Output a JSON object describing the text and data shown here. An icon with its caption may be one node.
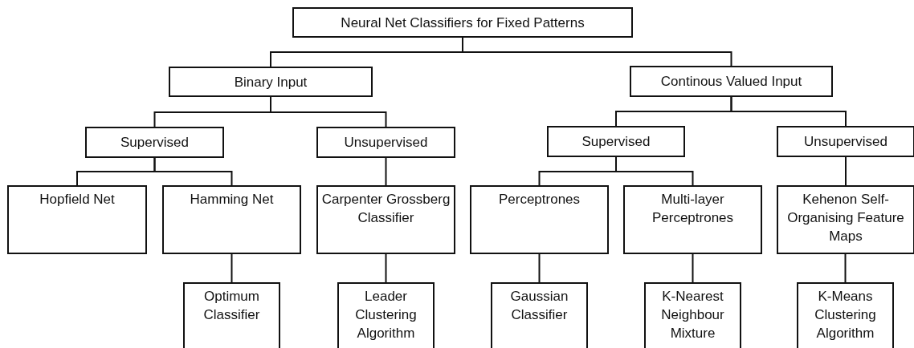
{
  "diagram": {
    "nodes": [
      {
        "text": [
          "Neural Net Classifiers for Fixed Patterns"
        ]
      },
      {
        "text": [
          "Binary Input"
        ]
      },
      {
        "text": [
          "Continous Valued Input"
        ]
      },
      {
        "text": [
          "Supervised"
        ]
      },
      {
        "text": [
          "Unsupervised"
        ]
      },
      {
        "text": [
          "Supervised"
        ]
      },
      {
        "text": [
          "Unsupervised"
        ]
      },
      {
        "text": [
          "Hopfield Net"
        ]
      },
      {
        "text": [
          "Hamming Net"
        ]
      },
      {
        "text": [
          "Carpenter Grossberg Classifier"
        ]
      },
      {
        "text": [
          "Perceptrones"
        ]
      },
      {
        "text": [
          "Multi-layer Perceptrones"
        ]
      },
      {
        "text": [
          "Kehenon Self-Organising Feature Maps"
        ]
      },
      {
        "text": [
          "Optimum Classifier"
        ]
      },
      {
        "text": [
          "Leader Clustering Algorithm"
        ]
      },
      {
        "text": [
          "Gaussian Classifier"
        ]
      },
      {
        "text": [
          "K-Nearest Neighbour Mixture"
        ]
      },
      {
        "text": [
          "K-Means Clustering Algorithm"
        ]
      }
    ],
    "edges": [
      {
        "from": 0,
        "to": 1,
        "arrow": "none"
      },
      {
        "from": 0,
        "to": 2,
        "arrow": "none"
      },
      {
        "from": 1,
        "to": 3,
        "arrow": "none"
      },
      {
        "from": 1,
        "to": 4,
        "arrow": "none"
      },
      {
        "from": 2,
        "to": 5,
        "arrow": "none"
      },
      {
        "from": 2,
        "to": 6,
        "arrow": "none"
      },
      {
        "from": 3,
        "to": 7,
        "arrow": "none"
      },
      {
        "from": 3,
        "to": 8,
        "arrow": "none"
      },
      {
        "from": 4,
        "to": 9,
        "arrow": "none"
      },
      {
        "from": 5,
        "to": 10,
        "arrow": "none"
      },
      {
        "from": 5,
        "to": 11,
        "arrow": "none"
      },
      {
        "from": 6,
        "to": 12,
        "arrow": "none"
      },
      {
        "from": 8,
        "to": 13,
        "arrow": "none"
      },
      {
        "from": 9,
        "to": 14,
        "arrow": "none"
      },
      {
        "from": 10,
        "to": 15,
        "arrow": "none"
      },
      {
        "from": 11,
        "to": 16,
        "arrow": "none"
      },
      {
        "from": 12,
        "to": 17,
        "arrow": "none"
      }
    ]
  }
}
